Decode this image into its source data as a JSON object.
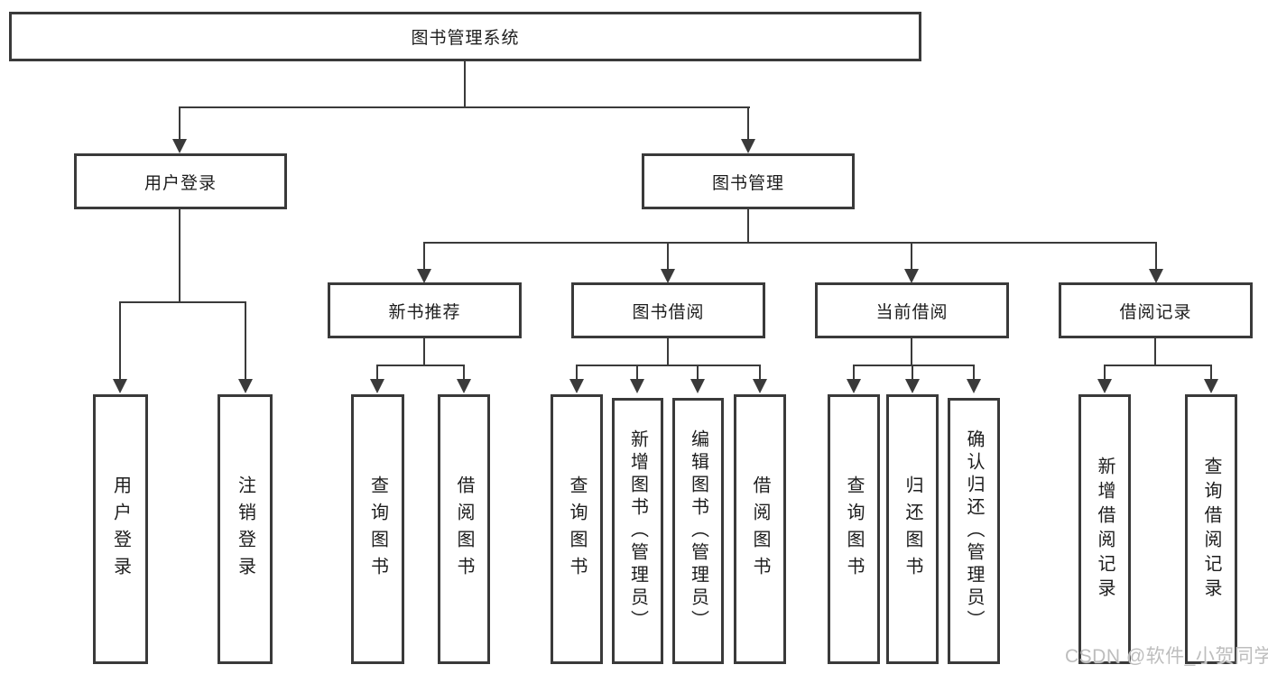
{
  "colors": {
    "line": "#3a3a3a",
    "text": "#1d1d1d",
    "watermark": "#bdbdbd",
    "background": "#ffffff"
  },
  "tree": {
    "label": "图书管理系统",
    "children": [
      {
        "label": "用户登录",
        "children": [
          {
            "label": "用户登录"
          },
          {
            "label": "注销登录"
          }
        ]
      },
      {
        "label": "图书管理",
        "children": [
          {
            "label": "新书推荐",
            "children": [
              {
                "label": "查询图书"
              },
              {
                "label": "借阅图书"
              }
            ]
          },
          {
            "label": "图书借阅",
            "children": [
              {
                "label": "查询图书"
              },
              {
                "label": "新增图书（管理员）"
              },
              {
                "label": "编辑图书（管理员）"
              },
              {
                "label": "借阅图书"
              }
            ]
          },
          {
            "label": "当前借阅",
            "children": [
              {
                "label": "查询图书"
              },
              {
                "label": "归还图书"
              },
              {
                "label": "确认归还（管理员）"
              }
            ]
          },
          {
            "label": "借阅记录",
            "children": [
              {
                "label": "新增借阅记录"
              },
              {
                "label": "查询借阅记录"
              }
            ]
          }
        ]
      }
    ]
  },
  "watermark": {
    "text": "CSDN @软件_小贺同学"
  }
}
